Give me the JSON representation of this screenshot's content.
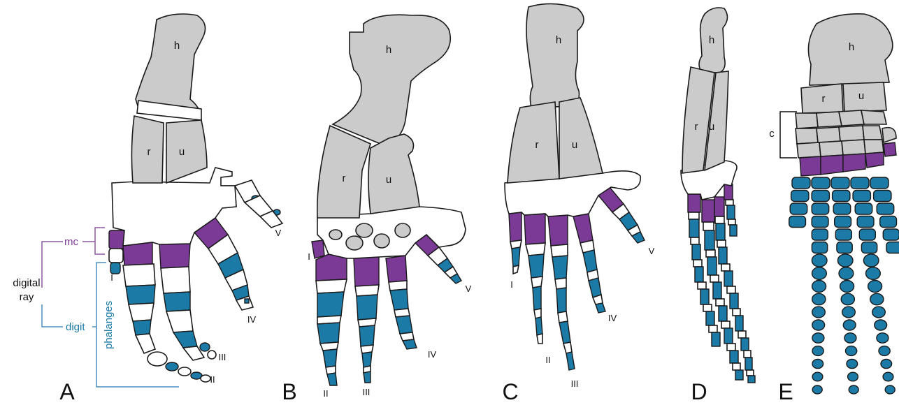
{
  "colors": {
    "proximal_bone": "#cbcbcb",
    "metacarpal": "#7b3a96",
    "phalanx": "#1b7aa6",
    "cartilage": "#ffffff"
  },
  "key": {
    "mc": "mc",
    "digit": "digit",
    "digital_ray_line1": "digital",
    "digital_ray_line2": "ray",
    "phalanges": "phalanges"
  },
  "panels": [
    {
      "letter": "A",
      "bones": {
        "h": "h",
        "r": "r",
        "u": "u"
      },
      "digits": [
        "I",
        "II",
        "III",
        "IV",
        "V"
      ]
    },
    {
      "letter": "B",
      "bones": {
        "h": "h",
        "r": "r",
        "u": "u"
      },
      "digits": [
        "I",
        "II",
        "III",
        "IV",
        "V"
      ]
    },
    {
      "letter": "C",
      "bones": {
        "h": "h",
        "r": "r",
        "u": "u"
      },
      "digits": [
        "I",
        "II",
        "III",
        "IV",
        "V"
      ]
    },
    {
      "letter": "D",
      "bones": {
        "h": "h",
        "r": "r",
        "u": "u"
      },
      "digits": []
    },
    {
      "letter": "E",
      "bones": {
        "h": "h",
        "r": "r",
        "u": "u",
        "c": "c"
      },
      "digits": []
    }
  ]
}
